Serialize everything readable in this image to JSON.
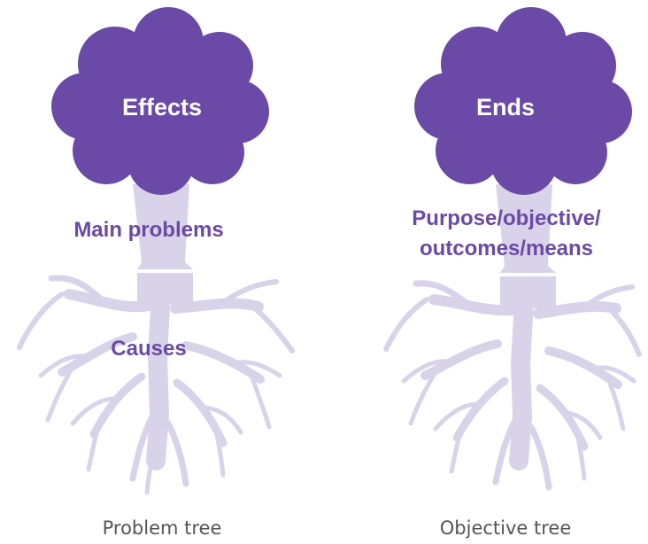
{
  "colors": {
    "crown": "#6a4aa6",
    "trunk": "#d9d3ea",
    "accent_text": "#6a4aa6",
    "caption_text": "#555555"
  },
  "problem_tree": {
    "crown_label": "Effects",
    "trunk_label": "Main problems",
    "root_label": "Causes",
    "caption": "Problem tree"
  },
  "objective_tree": {
    "crown_label": "Ends",
    "trunk_label_line1": "Purpose/objective/",
    "trunk_label_line2": "outcomes/means",
    "caption": "Objective tree"
  }
}
